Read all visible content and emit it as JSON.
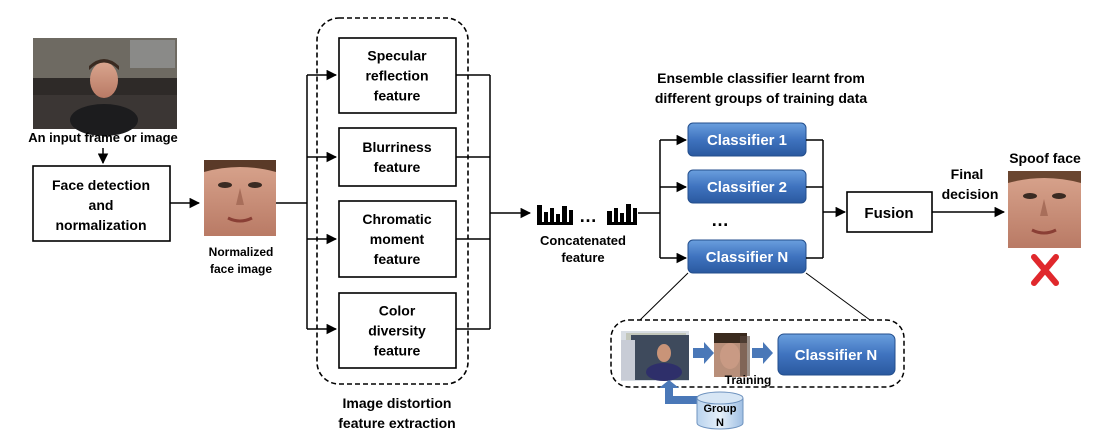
{
  "input": {
    "caption": "An input frame or image"
  },
  "face_detection": {
    "line1": "Face detection",
    "line2": "and",
    "line3": "normalization"
  },
  "normalized": {
    "line1": "Normalized",
    "line2": "face image"
  },
  "features": [
    {
      "lines": [
        "Specular",
        "reflection",
        "feature"
      ]
    },
    {
      "lines": [
        "Blurriness",
        "feature"
      ]
    },
    {
      "lines": [
        "Chromatic",
        "moment",
        "feature"
      ]
    },
    {
      "lines": [
        "Color",
        "diversity",
        "feature"
      ]
    }
  ],
  "feature_group": {
    "line1": "Image distortion",
    "line2": "feature extraction"
  },
  "concat": {
    "dots": "…",
    "line1": "Concatenated",
    "line2": "feature"
  },
  "ensemble": {
    "line1": "Ensemble classifier learnt from",
    "line2": "different groups of training data",
    "classifiers": [
      "Classifier 1",
      "Classifier 2",
      "Classifier N"
    ],
    "dots": "…"
  },
  "fusion": {
    "label": "Fusion"
  },
  "decision": {
    "line1": "Final",
    "line2": "decision"
  },
  "result": {
    "label": "Spoof face"
  },
  "training": {
    "classifier": "Classifier N",
    "training_label": "Training",
    "group_line1": "Group",
    "group_line2": "N"
  },
  "colors": {
    "classifier_top": "#5a8fd0",
    "classifier_bottom": "#2c5da3",
    "arrow_blue": "#4a78b8",
    "cross_red": "#e0282c"
  }
}
